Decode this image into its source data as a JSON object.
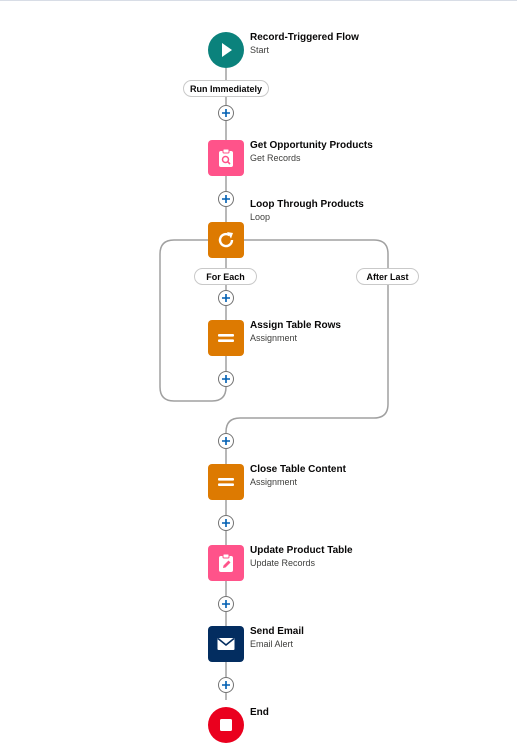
{
  "colors": {
    "start": "#0b827c",
    "get_records": "#ff538a",
    "loop": "#dd7a01",
    "assignment": "#dd7a01",
    "update_records": "#ff538a",
    "email": "#032d60",
    "end": "#ea001e",
    "connector": "#a0a0a0"
  },
  "flow": {
    "start": {
      "title": "Record-Triggered Flow",
      "subtitle": "Start",
      "icon": "play-icon"
    },
    "run_pill": "Run Immediately",
    "get_records": {
      "title": "Get Opportunity Products",
      "subtitle": "Get Records",
      "icon": "clipboard-search-icon"
    },
    "loop": {
      "title": "Loop Through Products",
      "subtitle": "Loop",
      "icon": "refresh-icon"
    },
    "for_each_pill": "For Each",
    "after_last_pill": "After Last",
    "assign_rows": {
      "title": "Assign Table Rows",
      "subtitle": "Assignment",
      "icon": "equals-icon"
    },
    "close_table": {
      "title": "Close Table Content",
      "subtitle": "Assignment",
      "icon": "equals-icon"
    },
    "update_table": {
      "title": "Update Product Table",
      "subtitle": "Update Records",
      "icon": "clipboard-edit-icon"
    },
    "send_email": {
      "title": "Send Email",
      "subtitle": "Email Alert",
      "icon": "envelope-icon"
    },
    "end": {
      "title": "End",
      "icon": "stop-icon"
    }
  }
}
